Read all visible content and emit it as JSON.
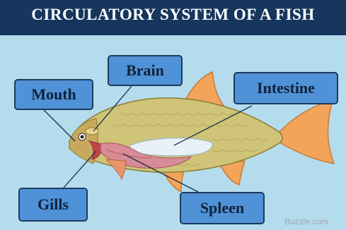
{
  "title": "CIRCULATORY SYSTEM OF A FISH",
  "labels": {
    "mouth": "Mouth",
    "brain": "Brain",
    "intestine": "Intestine",
    "gills": "Gills",
    "spleen": "Spleen"
  },
  "watermark": "Buzzle.com",
  "colors": {
    "title_bar": "#16365e",
    "background": "#b5dcec",
    "label_fill": "#4f92d7",
    "fish_body": "#cfc477",
    "fins": "#f2a45a",
    "organs": "#d88c97"
  }
}
